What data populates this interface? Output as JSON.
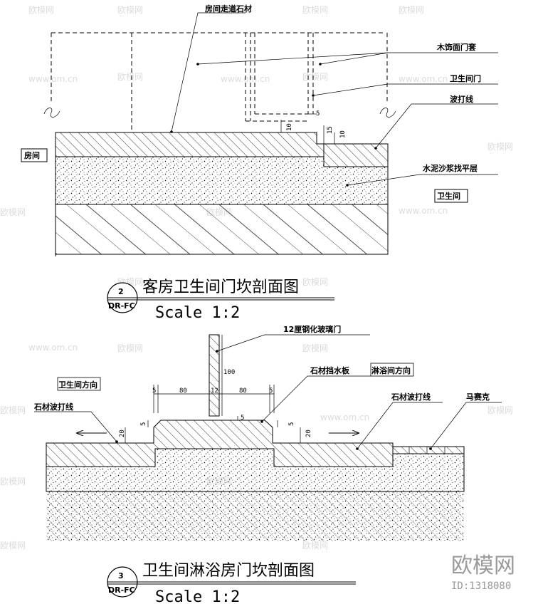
{
  "diagram1": {
    "labels": {
      "corridor_stone": "房间走道石材",
      "wood_frame": "木饰面门套",
      "bathroom_door": "卫生间门",
      "wave_line": "波打线",
      "mortar_layer": "水泥沙浆找平层",
      "room": "房间",
      "bathroom": "卫生间"
    },
    "dims": {
      "d5": "5",
      "d10a": "10",
      "d15": "15",
      "d10b": "10"
    },
    "badge": {
      "number": "2",
      "code": "DR-FC"
    },
    "title": "客房卫生间门坎剖面图",
    "scale": "Scale 1:2"
  },
  "diagram2": {
    "labels": {
      "glass_door": "12厘钢化玻璃门",
      "stone_stop": "石材挡水板",
      "shower_dir": "淋浴间方向",
      "bathroom_dir": "卫生间方向",
      "stone_wave_left": "石材波打线",
      "stone_wave_right": "石材波打线",
      "mosaic": "马赛克"
    },
    "dims": {
      "d100": "100",
      "top5a": "5",
      "top80a": "80",
      "top12": "12",
      "top80b": "80",
      "top5b": "5",
      "left5": "5",
      "left20": "20",
      "mid5": "5",
      "right5": "5",
      "right20": "20"
    },
    "badge": {
      "number": "3",
      "code": "DR-FC"
    },
    "title": "卫生间淋浴房门坎剖面图",
    "scale": "Scale 1:2"
  },
  "watermark": {
    "site": "欧模网",
    "url": "www.om.cn",
    "brand": "欧模网",
    "id": "ID:1318080"
  }
}
